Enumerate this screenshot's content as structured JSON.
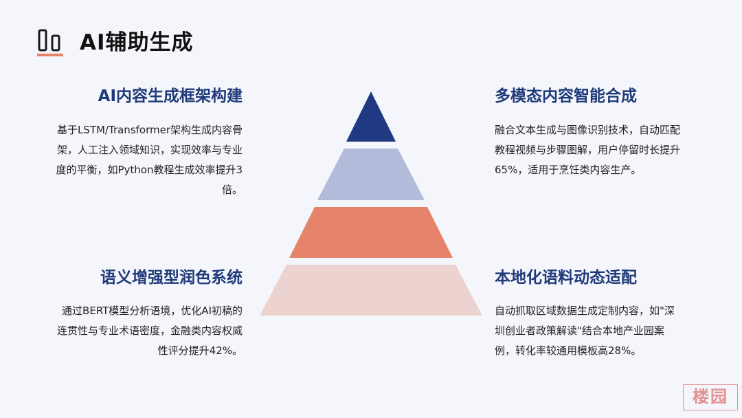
{
  "header": {
    "title": "AI辅助生成"
  },
  "colors": {
    "accent": "#e5846a",
    "heading": "#1f3a7a",
    "tier1": "#1f3a82",
    "tier2": "#b2bcda",
    "tier3": "#e5846a",
    "tier4": "#edd3cf"
  },
  "sections": {
    "top_left": {
      "heading": "AI内容生成框架构建",
      "lines": [
        "基于LSTM/Transformer架构生成内容骨",
        "架，人工注入领域知识，实现效率与专业",
        "度的平衡，如Python教程生成效率提升3",
        "倍。"
      ]
    },
    "top_right": {
      "heading": "多模态内容智能合成",
      "lines": [
        "融合文本生成与图像识别技术，自动匹配",
        "教程视频与步骤图解，用户停留时长提升",
        "65%，适用于烹饪类内容生产。"
      ]
    },
    "bottom_left": {
      "heading": "语义增强型润色系统",
      "lines": [
        "通过BERT模型分析语境，优化AI初稿的",
        "连贯性与专业术语密度，金融类内容权威",
        "性评分提升42%。"
      ]
    },
    "bottom_right": {
      "heading": "本地化语料动态适配",
      "lines": [
        "自动抓取区域数据生成定制内容，如\"深",
        "圳创业者政策解读\"结合本地产业园案",
        "例，转化率较通用模板高28%。"
      ]
    }
  },
  "watermark": {
    "text": "楼园"
  }
}
